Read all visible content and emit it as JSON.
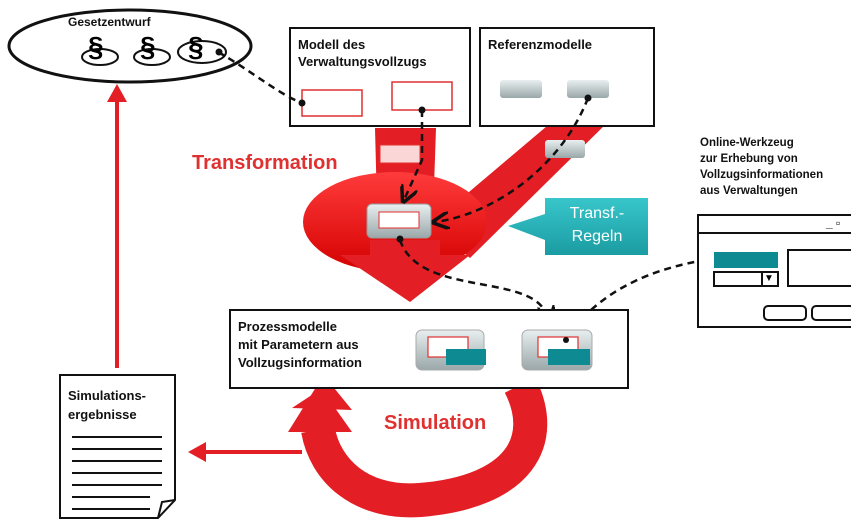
{
  "law_draft": {
    "title": "Gesetzentwurf",
    "paragraph_symbol": "§"
  },
  "admin_model": {
    "title_line1": "Modell des",
    "title_line2": "Verwaltungsvollzugs"
  },
  "reference_models": {
    "title": "Referenzmodelle"
  },
  "transformation": {
    "label": "Transformation"
  },
  "transf_rules": {
    "line1": "Transf.-",
    "line2": "Regeln"
  },
  "online_tool": {
    "line1": "Online-Werkzeug",
    "line2": "zur Erhebung von",
    "line3": "Vollzugsinformationen",
    "line4": "aus Verwaltungen",
    "window_controls": "_ ▫",
    "dropdown_arrow": "▼"
  },
  "process_models": {
    "line1": "Prozessmodelle",
    "line2": "mit Parametern aus",
    "line3": "Vollzugsinformation"
  },
  "simulation": {
    "label": "Simulation"
  },
  "simulation_results": {
    "line1": "Simulations-",
    "line2": "ergebnisse"
  },
  "colors": {
    "red": "#e31e24",
    "teal": "#2ab3b8",
    "dark_teal": "#0e8a92",
    "pink_outline": "#e03131"
  }
}
